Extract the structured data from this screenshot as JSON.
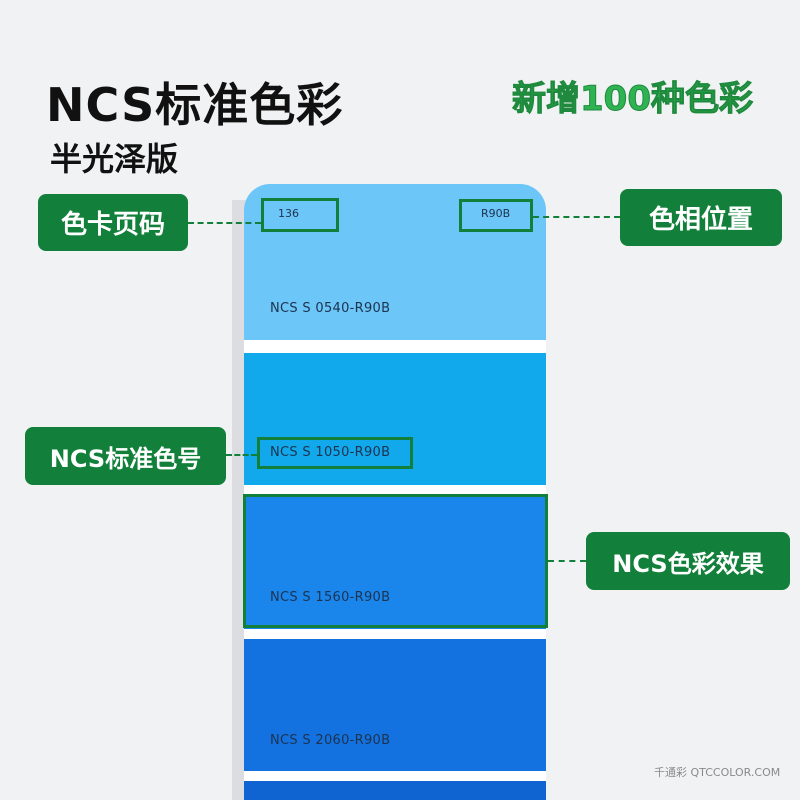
{
  "header": {
    "title": "NCS标准色彩",
    "subtitle": "半光泽版",
    "badge": "新增100种色彩"
  },
  "card": {
    "page_number": "136",
    "hue_position": "R90B",
    "swatches": [
      {
        "code": "NCS S 0540-R90B",
        "color": "#6cc6f7"
      },
      {
        "code": "NCS S 1050-R90B",
        "color": "#11a9ec"
      },
      {
        "code": "NCS S 1560-R90B",
        "color": "#1a86ec"
      },
      {
        "code": "NCS S 2060-R90B",
        "color": "#1372e0"
      }
    ],
    "bottom_swatch_color": "#0f64d2"
  },
  "callouts": {
    "page_number": "色卡页码",
    "hue_position": "色相位置",
    "standard_code": "NCS标准色号",
    "color_effect": "NCS色彩效果"
  },
  "colors": {
    "accent_green": "#12803a",
    "badge_green": "#2fb352"
  },
  "watermark": "千通彩 QTCCOLOR.COM"
}
